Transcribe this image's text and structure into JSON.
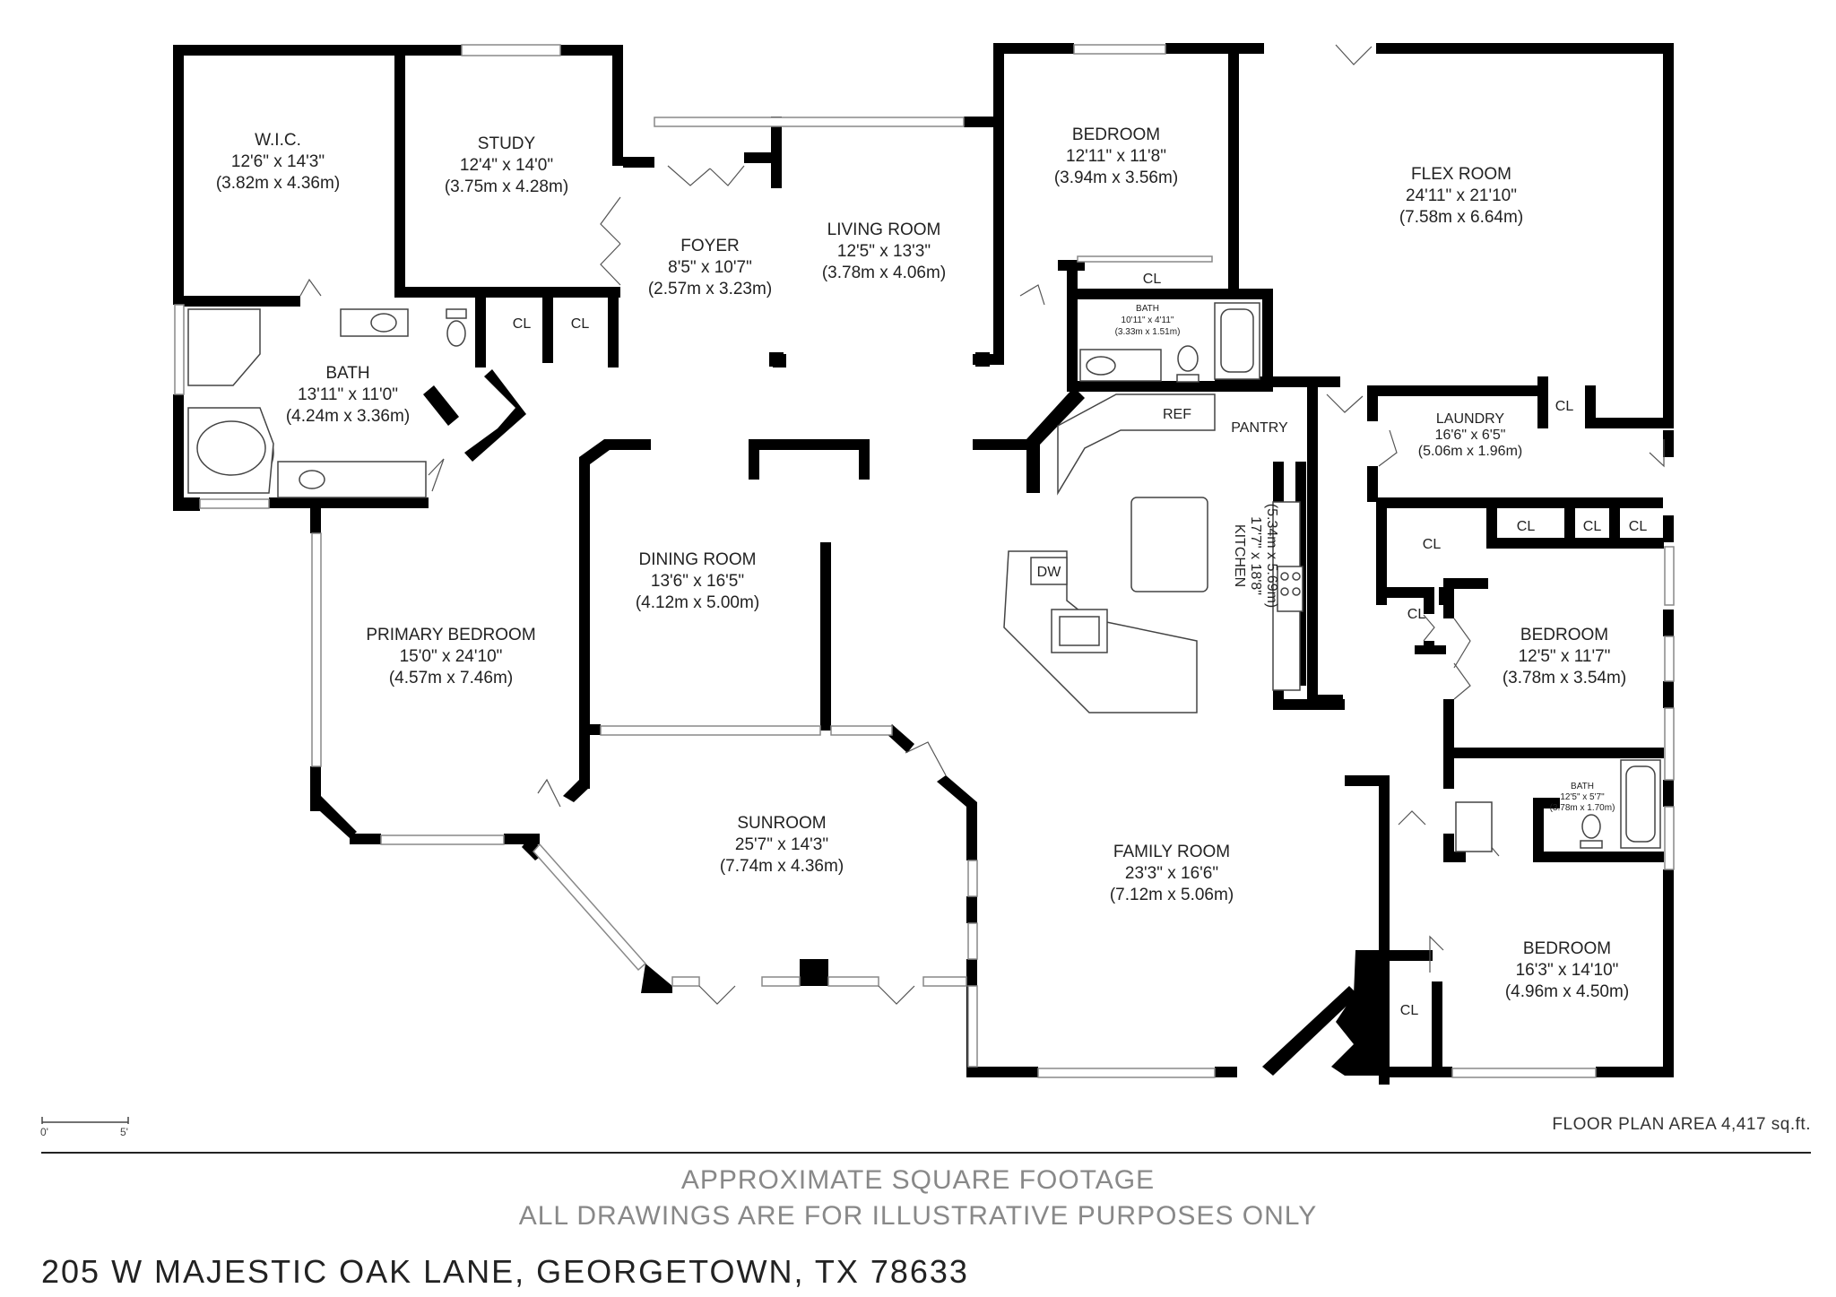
{
  "rooms": {
    "wic": {
      "name": "W.I.C.",
      "dim_ft": "12'6\" x 14'3\"",
      "dim_m": "(3.82m x 4.36m)"
    },
    "study": {
      "name": "STUDY",
      "dim_ft": "12'4\" x 14'0\"",
      "dim_m": "(3.75m x 4.28m)"
    },
    "foyer": {
      "name": "FOYER",
      "dim_ft": "8'5\" x 10'7\"",
      "dim_m": "(2.57m x 3.23m)"
    },
    "living": {
      "name": "LIVING ROOM",
      "dim_ft": "12'5\" x 13'3\"",
      "dim_m": "(3.78m x 4.06m)"
    },
    "bedroom_top": {
      "name": "BEDROOM",
      "dim_ft": "12'11\" x 11'8\"",
      "dim_m": "(3.94m x 3.56m)"
    },
    "flex": {
      "name": "FLEX ROOM",
      "dim_ft": "24'11\" x 21'10\"",
      "dim_m": "(7.58m x 6.64m)"
    },
    "bath_primary": {
      "name": "BATH",
      "dim_ft": "13'11\" x 11'0\"",
      "dim_m": "(4.24m x 3.36m)"
    },
    "bath_top": {
      "name": "BATH",
      "dim_ft": "10'11\" x 4'11\"",
      "dim_m": "(3.33m x 1.51m)"
    },
    "laundry": {
      "name": "LAUNDRY",
      "dim_ft": "16'6\" x 6'5\"",
      "dim_m": "(5.06m x 1.96m)"
    },
    "kitchen": {
      "name": "KITCHEN",
      "dim_ft": "17'7\" x 18'8\"",
      "dim_m": "(5.34m x 5.69m)"
    },
    "dining": {
      "name": "DINING ROOM",
      "dim_ft": "13'6\" x 16'5\"",
      "dim_m": "(4.12m x 5.00m)"
    },
    "primary_bedroom": {
      "name": "PRIMARY BEDROOM",
      "dim_ft": "15'0\" x 24'10\"",
      "dim_m": "(4.57m x 7.46m)"
    },
    "sunroom": {
      "name": "SUNROOM",
      "dim_ft": "25'7\" x 14'3\"",
      "dim_m": "(7.74m x 4.36m)"
    },
    "family": {
      "name": "FAMILY ROOM",
      "dim_ft": "23'3\" x 16'6\"",
      "dim_m": "(7.12m x 5.06m)"
    },
    "bedroom_mid": {
      "name": "BEDROOM",
      "dim_ft": "12'5\" x 11'7\"",
      "dim_m": "(3.78m x 3.54m)"
    },
    "bath_small": {
      "name": "BATH",
      "dim_ft": "12'5\" x 5'7\"",
      "dim_m": "(3.78m x 1.70m)"
    },
    "bedroom_bottom": {
      "name": "BEDROOM",
      "dim_ft": "16'3\" x 14'10\"",
      "dim_m": "(4.96m x 4.50m)"
    }
  },
  "labels": {
    "closet": "CL",
    "ref": "REF",
    "pantry": "PANTRY",
    "dishwasher": "DW"
  },
  "footer": {
    "area_note": "FLOOR PLAN AREA 4,417 sq.ft.",
    "disclaimer_1": "APPROXIMATE SQUARE FOOTAGE",
    "disclaimer_2": "ALL DRAWINGS ARE FOR ILLUSTRATIVE PURPOSES ONLY",
    "address": "205 W MAJESTIC OAK LANE, GEORGETOWN, TX 78633",
    "scale_start": "0'",
    "scale_end": "5'"
  }
}
